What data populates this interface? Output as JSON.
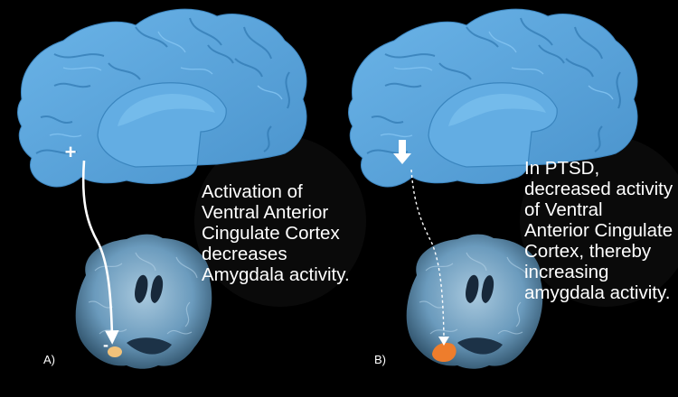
{
  "panels": [
    {
      "label": "A)",
      "caption": "Activation of\nVentral Anterior\nCingulate Cortex\ndecreases\nAmygdala activity.",
      "top_sign": "+",
      "bottom_sign": "-",
      "amygdala_color": "#f1c27a"
    },
    {
      "label": "B)",
      "caption": "In PTSD,\ndecreased activity\nof Ventral\nAnterior Cingulate\nCortex, thereby\nincreasing\namygdala activity.",
      "amygdala_color": "#ee7d2c"
    }
  ],
  "colors": {
    "background": "#000000",
    "brain_surface": "#5aa6dd",
    "brain_slice": "#6fa6c9",
    "arrow": "#ffffff"
  }
}
